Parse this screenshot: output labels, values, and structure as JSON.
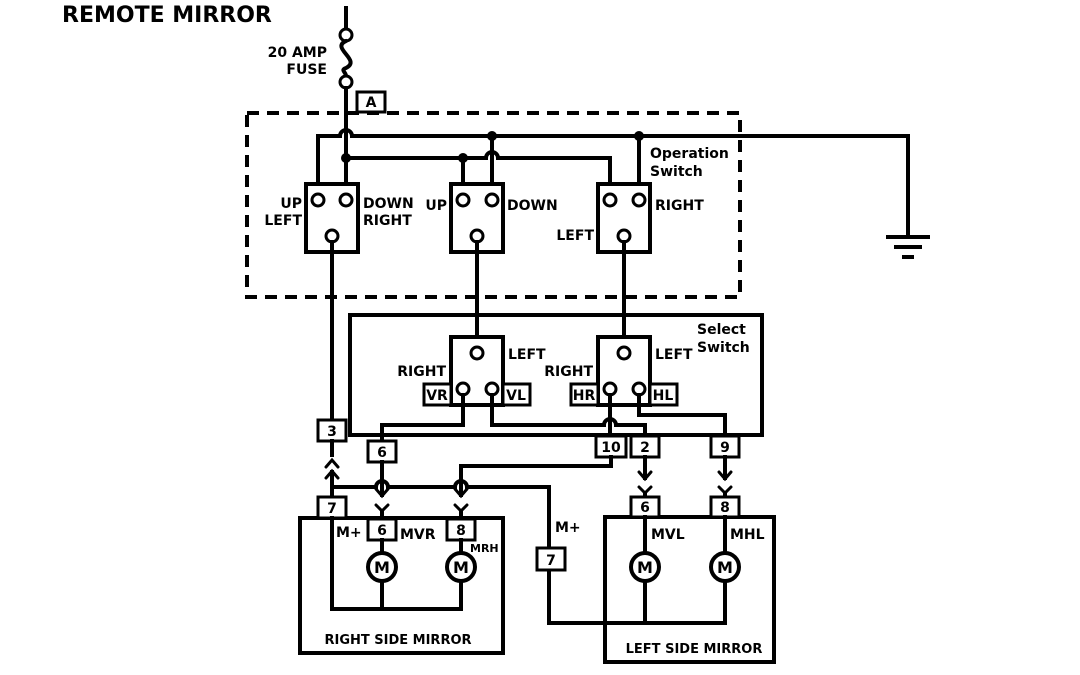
{
  "title": "REMOTE MIRROR",
  "fuse": {
    "line1": "20 AMP",
    "line2": "FUSE",
    "connector": "A"
  },
  "operation_switch": {
    "label_line1": "Operation",
    "label_line2": "Switch",
    "switches": [
      {
        "left_label_1": "UP",
        "left_label_2": "LEFT",
        "right_label_1": "DOWN",
        "right_label_2": "RIGHT"
      },
      {
        "left_label": "UP",
        "right_label": "DOWN"
      },
      {
        "left_label": "LEFT",
        "right_label": "RIGHT"
      }
    ]
  },
  "select_switch": {
    "label_line1": "Select",
    "label_line2": "Switch",
    "switches": [
      {
        "right_label": "RIGHT",
        "left_label": "LEFT",
        "pin_left": "VR",
        "pin_right": "VL"
      },
      {
        "right_label": "RIGHT",
        "left_label": "LEFT",
        "pin_left": "HR",
        "pin_right": "HL"
      }
    ]
  },
  "connectors": {
    "c3": "3",
    "c6a": "6",
    "c10": "10",
    "c2": "2",
    "c9": "9",
    "c7a": "7",
    "c6b": "6",
    "c8a": "8",
    "c7b": "7",
    "c6c": "6",
    "c8b": "8"
  },
  "right_mirror": {
    "label": "RIGHT SIDE MIRROR",
    "m_plus": "M+",
    "motor1_label": "MVR",
    "motor2_label": "MRH",
    "motor_symbol": "M"
  },
  "left_mirror": {
    "label": "LEFT SIDE MIRROR",
    "m_plus": "M+",
    "motor1_label": "MVL",
    "motor2_label": "MHL",
    "motor_symbol": "M"
  },
  "ground_symbol": "ground-icon"
}
